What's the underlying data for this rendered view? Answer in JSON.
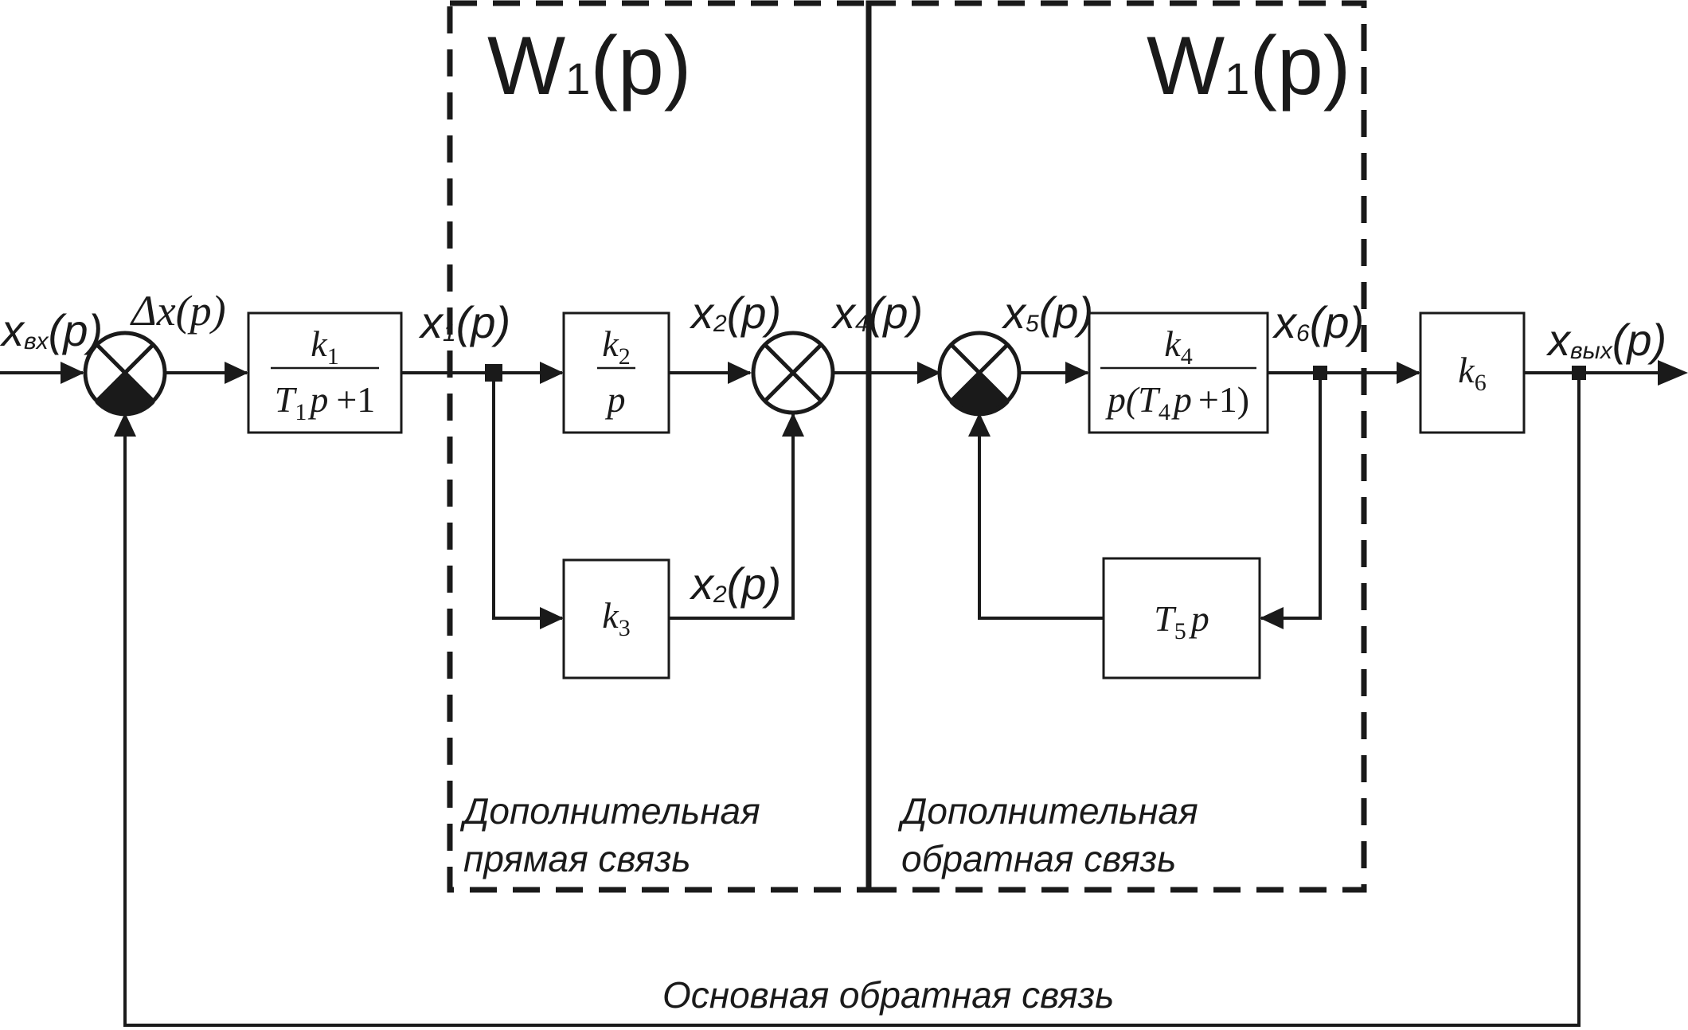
{
  "colors": {
    "ink": "#1a1a1a",
    "background": "#ffffff"
  },
  "regions": {
    "forward": {
      "header_main": "W",
      "header_sub": "1",
      "header_tail": "(p)",
      "caption_line1": "Дополнительная",
      "caption_line2": "прямая связь"
    },
    "feedback": {
      "header_main": "W",
      "header_sub": "1",
      "header_tail": "(p)",
      "caption_line1": "Дополнительная",
      "caption_line2": "обратная связь"
    }
  },
  "signals": {
    "x_in": {
      "main": "x",
      "sub": "вх",
      "tail": "(p)"
    },
    "delta_x": {
      "main": "Δx(p)"
    },
    "x1": {
      "main": "x",
      "sub": "1",
      "tail": "(p)"
    },
    "x2_top": {
      "main": "x",
      "sub": "2",
      "tail": "(p)"
    },
    "x2_low": {
      "main": "x",
      "sub": "2",
      "tail": "(p)"
    },
    "x4": {
      "main": "x",
      "sub": "4",
      "tail": "(p)"
    },
    "x5": {
      "main": "x",
      "sub": "5",
      "tail": "(p)"
    },
    "x6": {
      "main": "x",
      "sub": "6",
      "tail": "(p)"
    },
    "x_out": {
      "main": "x",
      "sub": "вых",
      "tail": "(p)"
    }
  },
  "blocks": {
    "b1": {
      "num_main": "k",
      "num_sub": "1",
      "den_a": "T",
      "den_sub": "1",
      "den_b": "p",
      "den_c": "+1"
    },
    "b2": {
      "num_main": "k",
      "num_sub": "2",
      "den_a": "p"
    },
    "b3": {
      "main": "k",
      "sub": "3"
    },
    "b4": {
      "num_main": "k",
      "num_sub": "4",
      "den_a": "p(T",
      "den_sub": "4",
      "den_b": "p",
      "den_c": "+1)"
    },
    "b5": {
      "main": "T",
      "sub": "5",
      "tail": "p"
    },
    "b6": {
      "main": "k",
      "sub": "6"
    }
  },
  "main_feedback_caption": "Основная обратная связь"
}
